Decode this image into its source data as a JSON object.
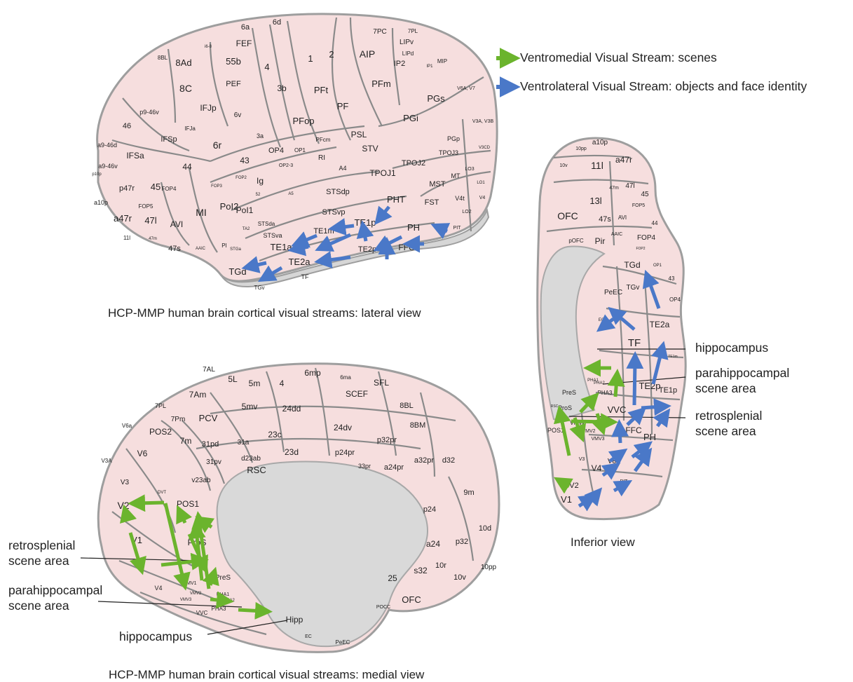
{
  "legend": {
    "items": [
      {
        "label": "Ventromedial Visual Stream: scenes",
        "color": "#6bb42d"
      },
      {
        "label": "Ventrolateral Visual Stream: objects and face identity",
        "color": "#4a78c8"
      }
    ]
  },
  "colors": {
    "cortex_fill": "#f6dede",
    "region_border": "#8a8a8a",
    "medial_wall": "#d9d9d9",
    "outline": "#9e9e9e"
  },
  "lateral": {
    "caption": "HCP-MMP human brain cortical visual streams: lateral view",
    "labels": [
      "6a",
      "6d",
      "FEF",
      "i6-8",
      "8BL",
      "8Ad",
      "55b",
      "4",
      "7PC",
      "7PL",
      "LIPv",
      "LIPd",
      "AIP",
      "IP2",
      "IP1",
      "MIP",
      "1",
      "2",
      "8C",
      "PEF",
      "3b",
      "PFt",
      "PFm",
      "V6A, V7",
      "PGs",
      "46",
      "p9-46v",
      "IFJp",
      "IFJa",
      "6v",
      "PF",
      "V3A, V3B",
      "IFSp",
      "6r",
      "3a",
      "PFop",
      "PGi",
      "a9-46d",
      "IFSa",
      "43",
      "OP4",
      "PFcm",
      "PSL",
      "STV",
      "PGp",
      "V3CD",
      "a9-46v",
      "44",
      "OP1",
      "RI",
      "TPOJ3",
      "LO3",
      "p10p",
      "p47r",
      "45",
      "FOP5",
      "FOP4",
      "OP2-3",
      "FOP3",
      "FOP2",
      "Ig",
      "A4",
      "TPOJ1",
      "TPOJ2",
      "MT",
      "LO1",
      "a10p",
      "a47r",
      "47l",
      "AVI",
      "MI",
      "PoI2",
      "PoI1",
      "52",
      "A5",
      "STSdp",
      "MST",
      "V4t",
      "LO2",
      "V4",
      "STSvp",
      "PHT",
      "FST",
      "11l",
      "47m",
      "47s",
      "AAIC",
      "PI",
      "TA2",
      "STGa",
      "STSda",
      "STSva",
      "TE1m",
      "TE1p",
      "PH",
      "PIT",
      "TE1a",
      "TE2a",
      "TE2p",
      "FFC",
      "TGd",
      "TGv",
      "TF"
    ]
  },
  "medial": {
    "caption": "HCP-MMP human brain cortical visual streams: medial view",
    "labels": [
      "7AL",
      "5L",
      "5m",
      "4",
      "6mp",
      "6ma",
      "SFL",
      "7Am",
      "SCEF",
      "7PL",
      "5mv",
      "24dd",
      "8BL",
      "7Pm",
      "PCV",
      "V6a",
      "POS2",
      "7m",
      "31pd",
      "31a",
      "23c",
      "24dv",
      "8BM",
      "p32pr",
      "V3A",
      "V6",
      "31pv",
      "d23ab",
      "23d",
      "p24pr",
      "V3",
      "v23ab",
      "RSC",
      "33pr",
      "a24pr",
      "a32pr",
      "d32",
      "V2",
      "DVT",
      "POS1",
      "9m",
      "p24",
      "V1",
      "ProS",
      "10d",
      "a24",
      "p32",
      "PreS",
      "10r",
      "V4",
      "VMV1",
      "VMV2",
      "PHA1",
      "s32",
      "25",
      "10v",
      "VMV3",
      "PHA2",
      "PHA3",
      "10pp",
      "OFC",
      "VVC",
      "Hipp",
      "POCC",
      "EC",
      "PeEC"
    ],
    "callouts": {
      "retrosplenial": [
        "retrosplenial",
        "scene area"
      ],
      "parahippocampal": [
        "parahippocampal",
        "scene area"
      ],
      "hippocampus": [
        "hippocampus"
      ]
    }
  },
  "inferior": {
    "caption": "Inferior view",
    "labels": [
      "a10p",
      "10pp",
      "10v",
      "a47r",
      "11l",
      "47m",
      "47l",
      "45",
      "13l",
      "FOP5",
      "OFC",
      "AVI",
      "44",
      "47s",
      "AAIC",
      "pOFC",
      "Pir",
      "FOP4",
      "FOP2",
      "OP1",
      "TGd",
      "43",
      "PeEC",
      "TGv",
      "OP4",
      "TE2a",
      "EC",
      "TF",
      "TE1m",
      "PHA1",
      "PHA2",
      "PreS",
      "PHA3",
      "RSC",
      "ProS",
      "VVC",
      "TE2p",
      "TE1p",
      "VMV1",
      "POS1",
      "VMV2",
      "FFC",
      "VMV3",
      "PH",
      "V8",
      "V3",
      "V4",
      "PIT",
      "V2",
      "V1"
    ],
    "callouts": {
      "hippocampus": [
        "hippocampus"
      ],
      "parahippocampal": [
        "parahippocampal",
        "scene area"
      ],
      "retrosplenial": [
        "retrosplenial",
        "scene area"
      ]
    }
  }
}
